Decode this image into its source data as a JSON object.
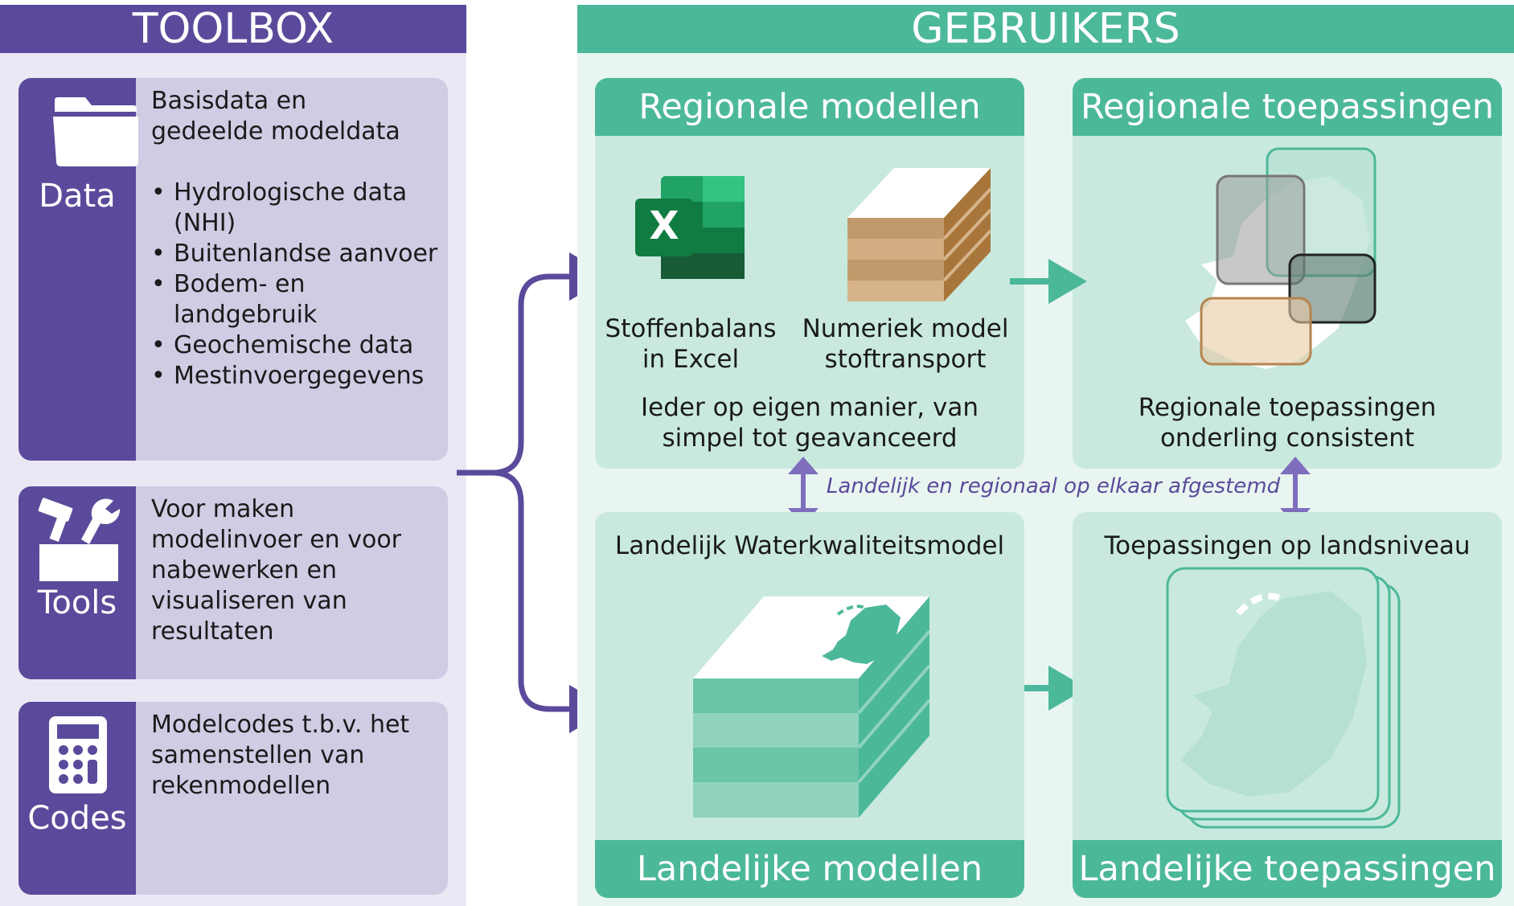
{
  "toolbox": {
    "title": "TOOLBOX",
    "data": {
      "label": "Data",
      "icon": "folder-icon",
      "heading_line1": "Basisdata en",
      "heading_line2": "gedeelde modeldata",
      "items": [
        [
          "Hydrologische data",
          "(NHI)"
        ],
        [
          "Buitenlandse aanvoer"
        ],
        [
          "Bodem- en",
          "landgebruik"
        ],
        [
          "Geochemische data"
        ],
        [
          "Mestinvoergegevens"
        ]
      ]
    },
    "tools": {
      "label": "Tools",
      "icon": "toolbox-icon",
      "lines": [
        "Voor maken",
        "modelinvoer en voor",
        "nabewerken en",
        "visualiseren van",
        "resultaten"
      ]
    },
    "codes": {
      "label": "Codes",
      "icon": "calculator-icon",
      "lines": [
        "Modelcodes t.b.v. het",
        "samenstellen van",
        "rekenmodellen"
      ]
    }
  },
  "users": {
    "title": "GEBRUIKERS",
    "regional_models": {
      "title": "Regionale modellen",
      "excel_caption": [
        "Stoffenbalans",
        "in Excel"
      ],
      "excel_icon_letter": "X",
      "numeric_caption": [
        "Numeriek model",
        "stoftransport"
      ],
      "description": [
        "Ieder op eigen manier, van",
        "simpel tot geavanceerd"
      ]
    },
    "regional_applications": {
      "title": "Regionale toepassingen",
      "description": [
        "Regionale toepassingen",
        "onderling consistent"
      ]
    },
    "link_label": "Landelijk en regionaal op elkaar afgestemd",
    "national_models": {
      "subtitle": "Landelijk Waterkwaliteitsmodel",
      "title": "Landelijke modellen"
    },
    "national_applications": {
      "subtitle": "Toepassingen op landsniveau",
      "title": "Landelijke toepassingen"
    }
  },
  "colors": {
    "purple": "#5b4a9b",
    "purple_light": "#d1cbe4",
    "green": "#4cb89a",
    "green_light": "#c9e9df",
    "brown": "#b5844f"
  }
}
